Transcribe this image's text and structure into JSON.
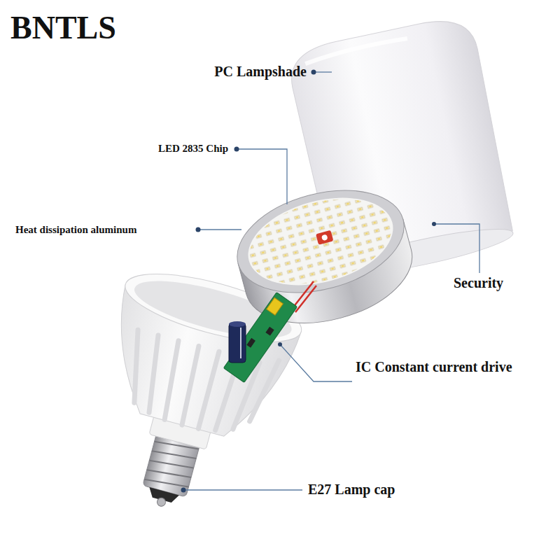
{
  "diagram": {
    "labels": [
      "BNTLS",
      "PC Lampshade",
      "LED 2835 Chip",
      "Heat dissipation aluminum",
      "Security",
      "IC Constant current drive",
      "E27 Lamp cap"
    ]
  }
}
